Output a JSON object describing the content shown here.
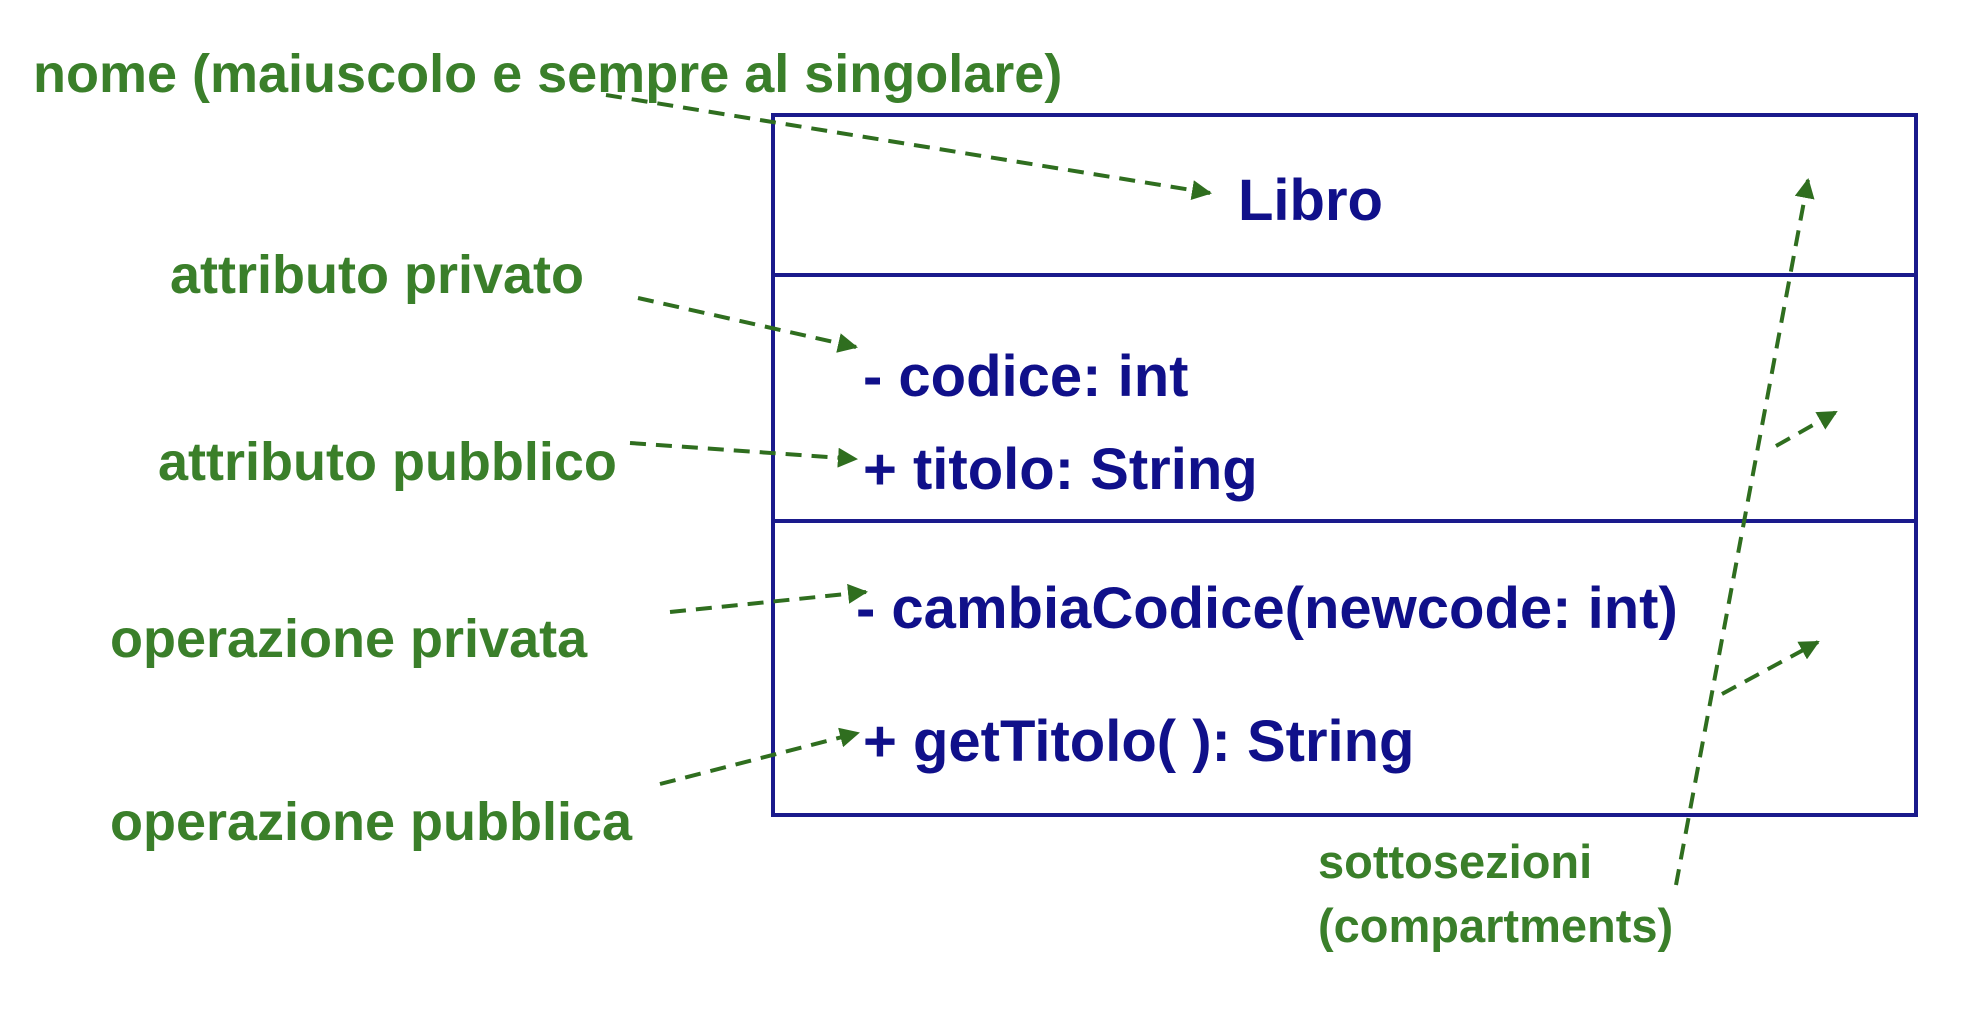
{
  "class_box": {
    "name": "Libro",
    "attributes": [
      "- codice: int",
      "+ titolo: String"
    ],
    "operations": [
      "- cambiaCodice(newcode: int)",
      "+ getTitolo( ): String"
    ]
  },
  "annotations": {
    "name": "nome (maiuscolo e sempre al singolare)",
    "private_attribute": "attributo privato",
    "public_attribute": "attributo pubblico",
    "private_operation": "operazione privata",
    "public_operation": "operazione pubblica",
    "compartments_line1": "sottosezioni",
    "compartments_line2": "(compartments)"
  },
  "colors": {
    "class_text": "#10108a",
    "class_border": "#1a1a8c",
    "annotation_text": "#3a7f2a",
    "arrow": "#2f6e1f"
  }
}
